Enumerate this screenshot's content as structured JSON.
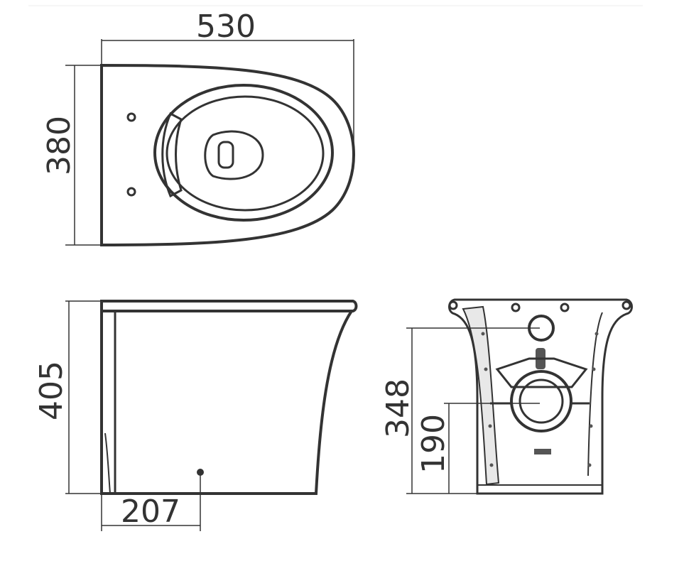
{
  "drawing": {
    "top_view": {
      "width_label": "530",
      "depth_label": "380"
    },
    "side_view": {
      "height_label": "405",
      "outlet_offset_label": "207"
    },
    "rear_view": {
      "inlet_height_label": "348",
      "outlet_height_label": "190"
    },
    "colors": {
      "line": "#333333",
      "frame": "#eeeeee"
    }
  }
}
